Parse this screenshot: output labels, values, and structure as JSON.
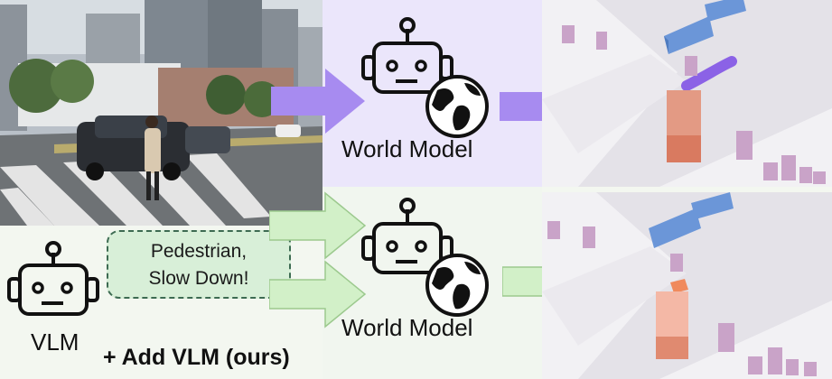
{
  "top_row": {
    "world_model_label": "World Model"
  },
  "bottom_row": {
    "world_model_label": "World Model",
    "vlm_label": "VLM",
    "speech_bubble": {
      "line1": "Pedestrian,",
      "line2": "Slow Down!"
    },
    "caption": "+ Add VLM (ours)"
  },
  "colors": {
    "top_arrow": "#a78bf0",
    "bottom_arrow": "#d2f0c8",
    "trajectory": "#8b62e6",
    "ego_vehicle": "#e39a84",
    "vehicles": "#6b96d8",
    "pedestrians": "#c9a3c8"
  },
  "icons": [
    "robot-icon",
    "globe-icon"
  ]
}
